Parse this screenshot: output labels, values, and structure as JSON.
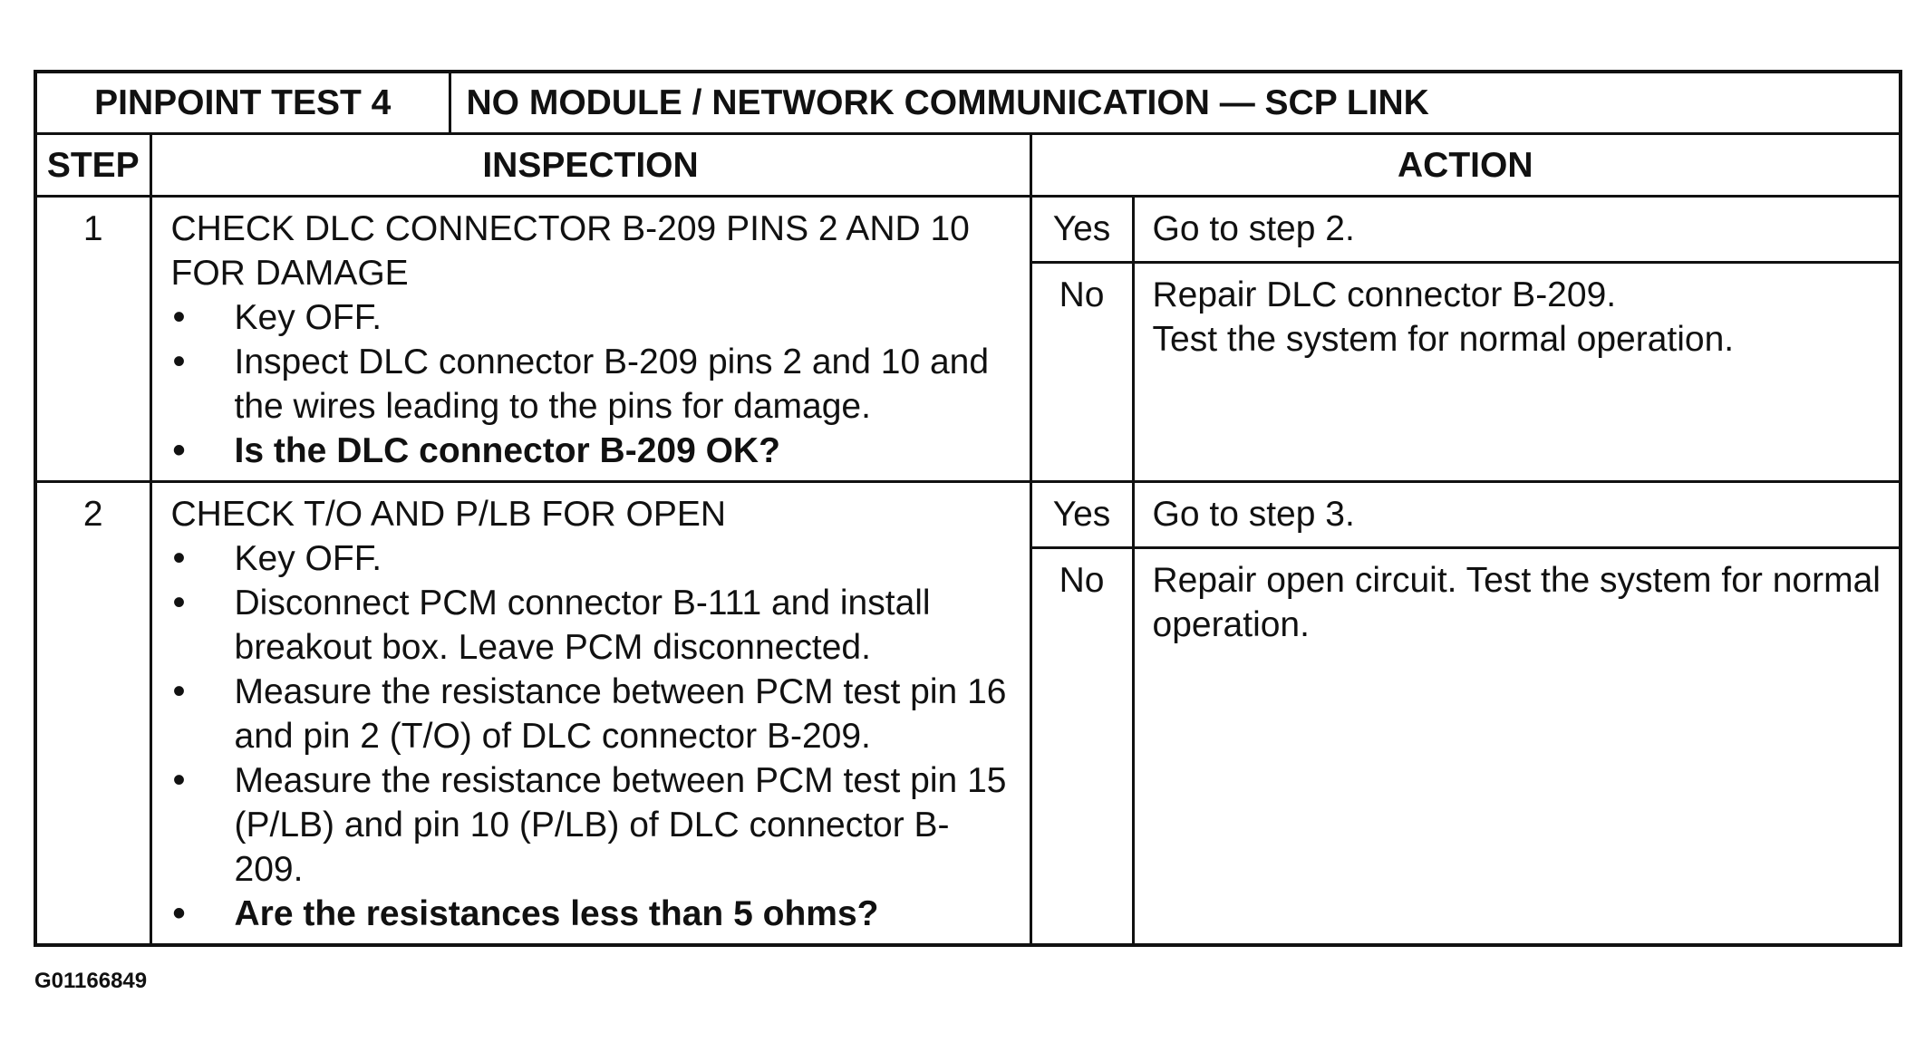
{
  "test_label": "PINPOINT TEST 4",
  "test_title": "NO MODULE / NETWORK COMMUNICATION — SCP LINK",
  "headers": {
    "step": "STEP",
    "inspection": "INSPECTION",
    "action": "ACTION"
  },
  "steps": [
    {
      "number": "1",
      "heading": "CHECK DLC CONNECTOR B-209 PINS 2 AND 10 FOR DAMAGE",
      "bullets": [
        "Key OFF.",
        "Inspect DLC connector B-209 pins 2 and 10 and the wires leading to the pins for damage."
      ],
      "question": "Is the DLC connector B-209 OK?",
      "yes_label": "Yes",
      "yes_action": "Go to step 2.",
      "no_label": "No",
      "no_action_lines": [
        "Repair DLC connector B-209.",
        "Test the system for normal operation."
      ]
    },
    {
      "number": "2",
      "heading": "CHECK T/O AND P/LB FOR OPEN",
      "bullets": [
        "Key OFF.",
        "Disconnect PCM connector B-111 and install breakout box. Leave PCM disconnected.",
        "Measure the resistance between PCM test pin 16 and pin 2 (T/O) of DLC connector B-209.",
        "Measure the resistance between PCM test pin 15 (P/LB) and pin 10 (P/LB) of DLC connector B-209."
      ],
      "question": "Are the resistances less than 5 ohms?",
      "yes_label": "Yes",
      "yes_action": "Go to step 3.",
      "no_label": "No",
      "no_action_lines": [
        "Repair open circuit. Test the system for normal operation."
      ]
    }
  ],
  "figure_code": "G01166849"
}
